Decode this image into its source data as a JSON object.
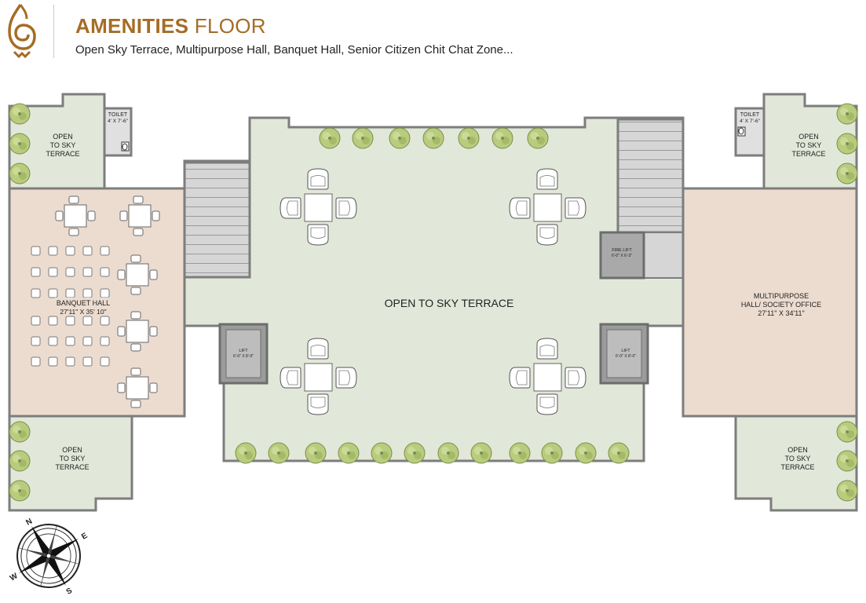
{
  "header": {
    "title_bold": "AMENITIES",
    "title_light": "FLOOR",
    "subtitle": "Open Sky Terrace, Multipurpose Hall, Banquet  Hall, Senior Citizen Chit Chat Zone..."
  },
  "plan": {
    "center_terrace": "OPEN TO SKY TERRACE",
    "banquet": {
      "line1": "BANQUET HALL",
      "line2": "27'11\" X 35' 10\""
    },
    "multipurpose": {
      "line1": "MULTIPURPOSE",
      "line2": "HALL/ SOCIETY OFFICE",
      "line3": "27'11\" X 34'11\""
    },
    "terrace_tl": {
      "line1": "OPEN",
      "line2": "TO SKY",
      "line3": "TERRACE"
    },
    "terrace_tr": {
      "line1": "OPEN",
      "line2": "TO SKY",
      "line3": "TERRACE"
    },
    "terrace_bl": {
      "line1": "OPEN",
      "line2": "TO SKY",
      "line3": "TERRACE"
    },
    "terrace_br": {
      "line1": "OPEN",
      "line2": "TO SKY",
      "line3": "TERRACE"
    },
    "toilet_left": {
      "line1": "TOILET",
      "line2": "4' X 7'-6\""
    },
    "toilet_right": {
      "line1": "TOILET",
      "line2": "4' X 7'-6\""
    },
    "lift_left": {
      "line1": "LIFT",
      "line2": "6'-0\" X 8'-0\""
    },
    "lift_right": {
      "line1": "LIFT",
      "line2": "6'-0\" X 8'-0\""
    },
    "fire_lift": {
      "line1": "FIRE LIFT",
      "line2": "6'-0\" X 6'-3\""
    },
    "compass": {
      "n": "N",
      "s": "S",
      "e": "E",
      "w": "W"
    }
  },
  "colors": {
    "brand": "#a56c25",
    "terrace": "#e1e8d9",
    "hall": "#ecdcd0",
    "stair": "#d9d9d9",
    "wall": "#8a8a8a",
    "tree": "#b9cc7e"
  }
}
